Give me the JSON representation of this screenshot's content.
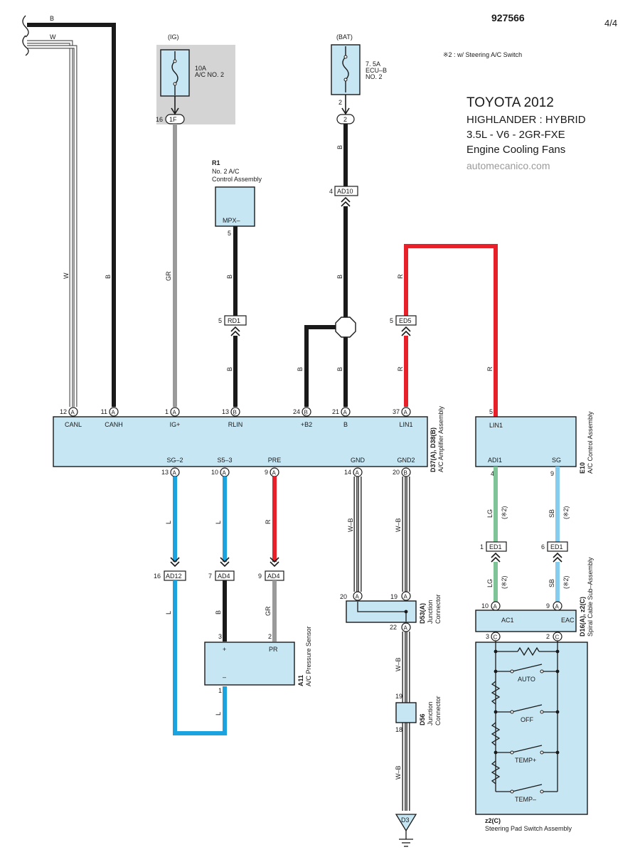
{
  "header": {
    "doc_number": "927566",
    "page": "4/4",
    "note": "※2 : w/ Steering A/C Switch"
  },
  "title_block": {
    "line1": "TOYOTA 2012",
    "line2": "HIGHLANDER : HYBRID",
    "line3": "3.5L - V6 - 2GR-FXE",
    "line4": "Engine Cooling Fans",
    "source": "automecanico.com"
  },
  "colors": {
    "black": "#1a1a1a",
    "gray": "#9a9a9a",
    "red": "#e8202a",
    "blue": "#1aa3df",
    "lgreen": "#7fc497",
    "skyblue": "#86ccee",
    "box": "#c6e6f3",
    "shade": "#d4d4d4"
  },
  "fuses": {
    "ig": {
      "supply": "(IG)",
      "rating": "10A",
      "name": "A/C NO. 2",
      "pin": "16",
      "conn": "1F"
    },
    "bat": {
      "supply": "(BAT)",
      "rating": "7. 5A",
      "name1": "ECU–B",
      "name2": "NO. 2",
      "pin_top": "2",
      "conn": "2"
    }
  },
  "components": {
    "amplifier": {
      "code": "D37(A), D38(B)",
      "name": "A/C Amplifier Assembly"
    },
    "r1": {
      "code": "R1",
      "name1": "No. 2 A/C",
      "name2": "Control Assembly",
      "terminal": "MPX–",
      "pin": "5"
    },
    "e10": {
      "code": "E10",
      "name": "A/C Control Assembly",
      "t_lin1": "LIN1",
      "t_adi1": "ADI1",
      "t_sg": "SG"
    },
    "a11": {
      "code": "A11",
      "name": "A/C Pressure Sensor",
      "t_plus": "+",
      "t_pr": "PR",
      "t_minus": "–"
    },
    "d53": {
      "code": "D53(A)",
      "name1": "Junction",
      "name2": "Connector"
    },
    "d56": {
      "code": "D56",
      "name1": "Junction",
      "name2": "Connector"
    },
    "d16": {
      "code": "D16(A), z2(C)",
      "name": "Spiral Cable Sub–Assembly",
      "t_ac1": "AC1",
      "t_eac": "EAC"
    },
    "z2": {
      "code": "z2(C)",
      "name": "Steering Pad Switch Assembly",
      "switches": [
        "AUTO",
        "OFF",
        "TEMP+",
        "TEMP–"
      ]
    },
    "ground": "D3"
  },
  "amp_top_pins": [
    {
      "num": "12",
      "letter": "A",
      "label": "CANL"
    },
    {
      "num": "11",
      "letter": "A",
      "label": "CANH"
    },
    {
      "num": "1",
      "letter": "A",
      "label": "IG+"
    },
    {
      "num": "13",
      "letter": "B",
      "label": "RLIN"
    },
    {
      "num": "24",
      "letter": "B",
      "label": "+B2"
    },
    {
      "num": "21",
      "letter": "A",
      "label": "B"
    },
    {
      "num": "37",
      "letter": "A",
      "label": "LIN1"
    }
  ],
  "amp_bottom_pins": [
    {
      "num": "13",
      "letter": "A",
      "label": "SG–2"
    },
    {
      "num": "10",
      "letter": "A",
      "label": "S5–3"
    },
    {
      "num": "9",
      "letter": "A",
      "label": "PRE"
    },
    {
      "num": "14",
      "letter": "A",
      "label": "GND"
    },
    {
      "num": "20",
      "letter": "B",
      "label": "GND2"
    }
  ],
  "inline_connectors": {
    "rd1": {
      "pin": "5",
      "name": "RD1"
    },
    "ad10": {
      "pin": "4",
      "name": "AD10"
    },
    "ed5": {
      "pin": "5",
      "name": "ED5"
    },
    "ad12": {
      "pin": "16",
      "name": "AD12"
    },
    "ad4a": {
      "pin": "7",
      "name": "AD4"
    },
    "ad4b": {
      "pin": "9",
      "name": "AD4"
    },
    "ed1a": {
      "pin": "1",
      "name": "ED1"
    },
    "ed1b": {
      "pin": "6",
      "name": "ED1"
    }
  },
  "wire_labels": {
    "B": "B",
    "W": "W",
    "GR": "GR",
    "R": "R",
    "L": "L",
    "WB": "W–B",
    "LG": "LG",
    "SB": "SB",
    "N2": "(※2)"
  },
  "pins": {
    "a": "A",
    "b": "B",
    "c": "C",
    "n1": "1",
    "n2": "2",
    "n3": "3",
    "n4": "4",
    "n5": "5",
    "n9": "9",
    "n10": "10",
    "n14": "14",
    "n18": "18",
    "n19": "19",
    "n20": "20",
    "n22": "22"
  }
}
